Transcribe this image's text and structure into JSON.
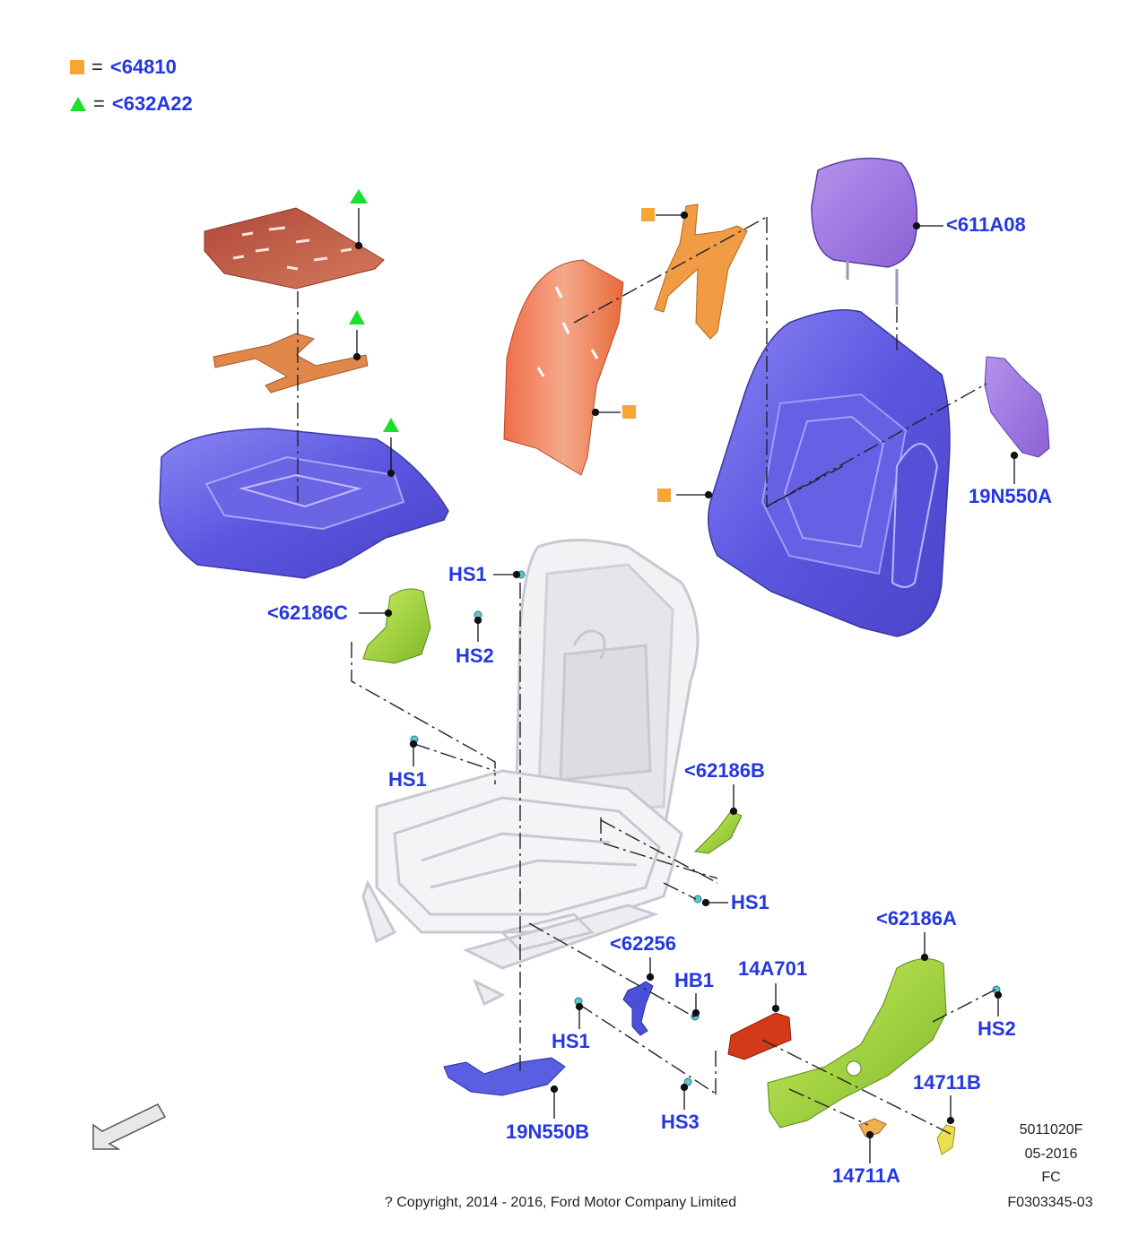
{
  "legend": [
    {
      "symbol": "orange-square",
      "eq": "=",
      "value": "<64810",
      "color": "#f7a534"
    },
    {
      "symbol": "green-triangle",
      "eq": "=",
      "value": "<632A22",
      "color": "#19e02a"
    }
  ],
  "labels": {
    "headrest": "<611A08",
    "motor_back": "19N550A",
    "hs1_top": "HS1",
    "shield_c": "<62186C",
    "hs2_left": "HS2",
    "hs1_left": "HS1",
    "shield_b": "<62186B",
    "hs1_right": "HS1",
    "shield_a": "<62186A",
    "part_62256": "<62256",
    "hb1": "HB1",
    "part_14a701": "14A701",
    "hs2_right": "HS2",
    "hs1_bottom": "HS1",
    "part_14711b": "14711B",
    "hs3": "HS3",
    "motor_base": "19N550B",
    "part_14711a": "14711A"
  },
  "footer": {
    "code": "5011020F",
    "date": "05-2016",
    "fc": "FC",
    "ref": "F0303345-03",
    "copyright": "? Copyright, 2014 - 2016, Ford Motor Company Limited"
  },
  "colors": {
    "label_blue": "#2437e0",
    "cushion_purple": "#5b55e0",
    "pad_red": "#c4583e",
    "pad_orange": "#e98a3e",
    "shield_green": "#9bd63a",
    "frame_gray": "#d8d8de"
  },
  "icons": [
    "orange-square-icon",
    "green-triangle-icon",
    "direction-arrow-icon"
  ]
}
